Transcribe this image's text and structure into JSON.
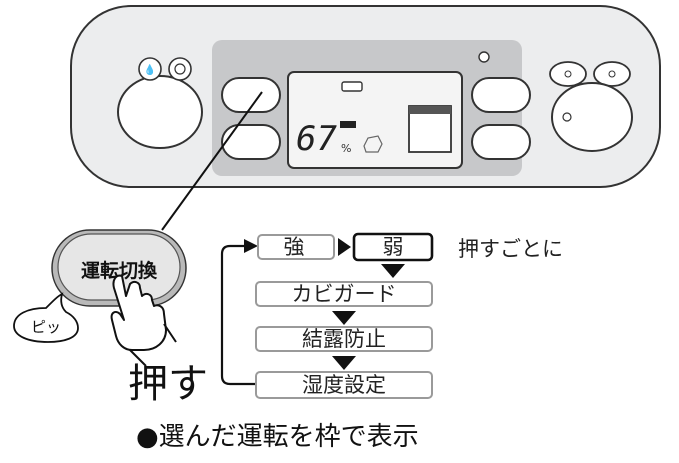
{
  "panel": {
    "display": {
      "humidity_value": "67",
      "humidity_unit": "%"
    }
  },
  "operation_button": {
    "label": "運転切換"
  },
  "beep_label": "ピッ",
  "press_label": "押す",
  "mode_cycle": {
    "modes": [
      "強",
      "弱",
      "カビガード",
      "結露防止",
      "湿度設定"
    ],
    "selected_mode": "弱",
    "cycle_note": "押すごとに"
  },
  "footnote": "●選んだ運転を枠で表示"
}
